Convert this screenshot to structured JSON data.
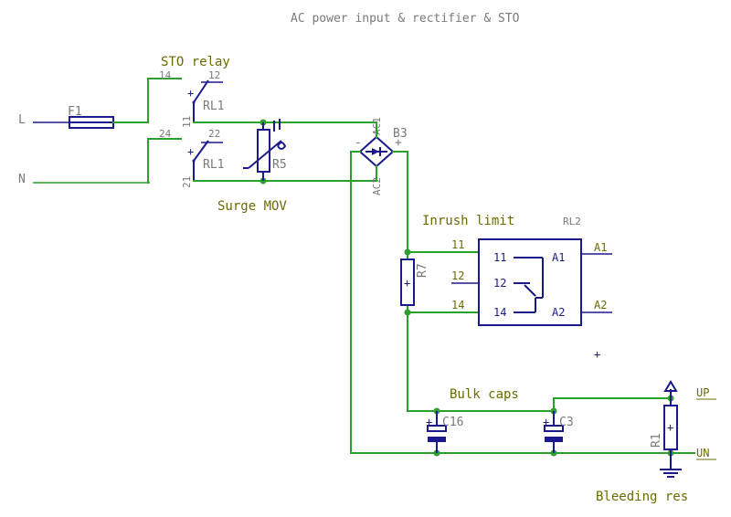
{
  "title": "AC power input & rectifier & STO",
  "labels": {
    "sto_relay": "STO relay",
    "surge_mov": "Surge MOV",
    "inrush_limit": "Inrush limit",
    "bulk_caps": "Bulk caps",
    "bleeding_res": "Bleeding res"
  },
  "nets": {
    "L": "L",
    "N": "N",
    "UP": "UP",
    "UN": "UN",
    "A1": "A1",
    "A2": "A2",
    "n11": "11",
    "n12": "12",
    "n14": "14"
  },
  "parts": {
    "F1": "F1",
    "RL1a": "RL1",
    "RL1b": "RL1",
    "R5": "R5",
    "B3": "B3",
    "R7": "R7",
    "RL2": "RL2",
    "C16": "C16",
    "C3": "C3",
    "R1": "R1"
  },
  "pins": {
    "rl1a_14": "14",
    "rl1a_12": "12",
    "rl1a_11": "11",
    "rl1b_24": "24",
    "rl1b_22": "22",
    "rl1b_21": "21",
    "b3_ac1": "AC1",
    "b3_ac2": "AC2",
    "b3_minus": "-",
    "b3_plus": "+",
    "rl2_11": "11",
    "rl2_12": "12",
    "rl2_14": "14",
    "rl2_a1": "A1",
    "rl2_a2": "A2",
    "r7_plus": "+",
    "c16_plus": "+",
    "c3_plus": "+",
    "r1_plus": "+",
    "stray_plus": "+"
  }
}
